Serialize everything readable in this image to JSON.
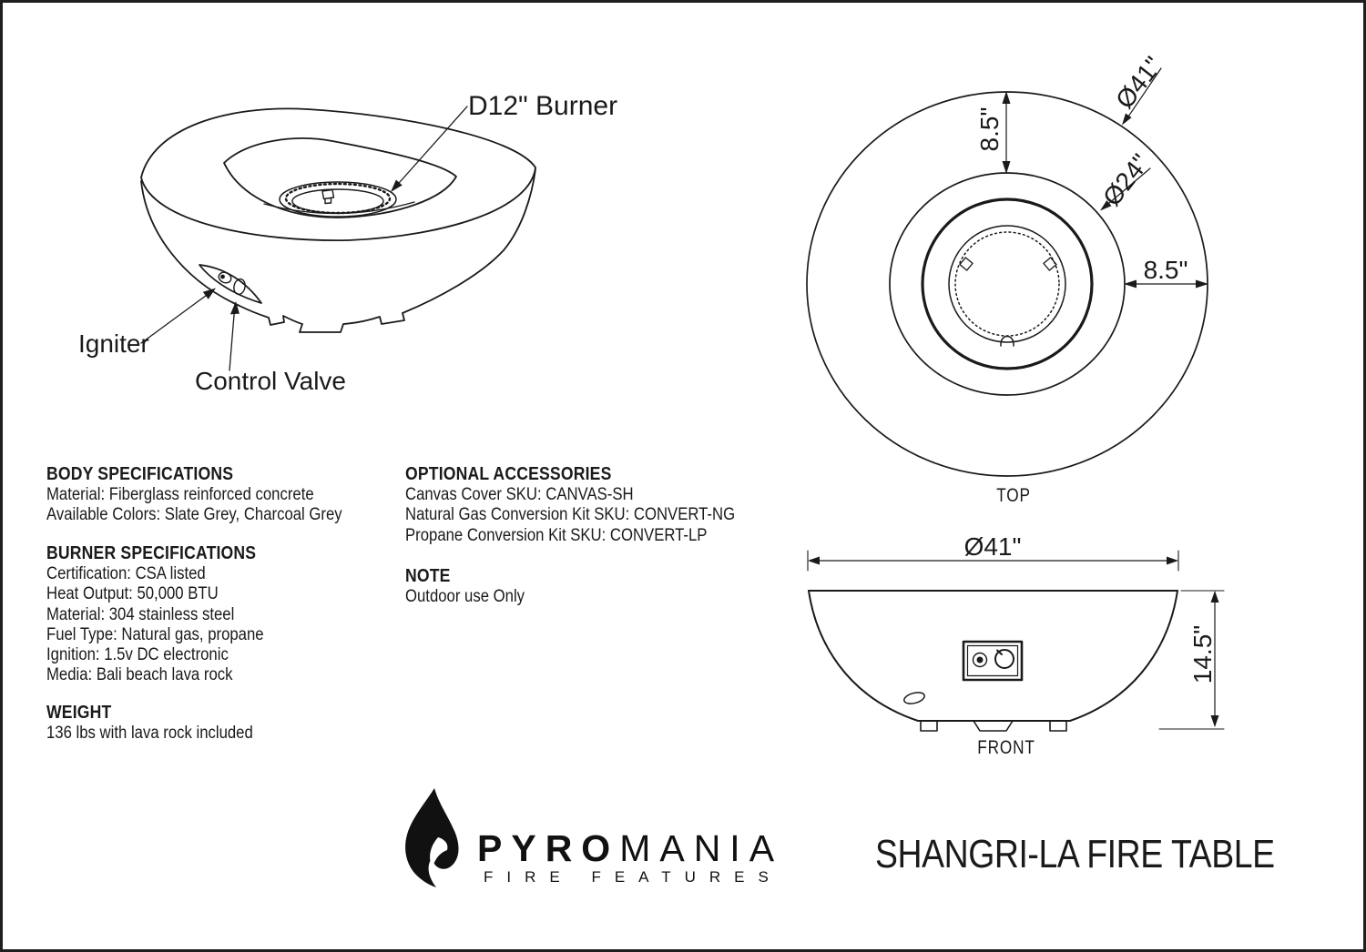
{
  "colors": {
    "ink": "#1a1a1a",
    "background": "#ffffff",
    "border": "#1f1f1f"
  },
  "perspective_view": {
    "burner_label": "D12\" Burner",
    "igniter_label": "Igniter",
    "control_valve_label": "Control Valve"
  },
  "top_view": {
    "caption": "TOP",
    "outer_diameter": "Ø41\"",
    "burner_opening_diameter": "Ø24\"",
    "rim_width_top": "8.5\"",
    "rim_width_right": "8.5\""
  },
  "front_view": {
    "caption": "FRONT",
    "width": "Ø41\"",
    "height": "14.5\""
  },
  "specs": {
    "body": {
      "heading": "BODY SPECIFICATIONS",
      "lines": [
        "Material: Fiberglass reinforced concrete",
        "Available Colors: Slate Grey, Charcoal Grey"
      ]
    },
    "burner": {
      "heading": "BURNER SPECIFICATIONS",
      "lines": [
        "Certification: CSA listed",
        "Heat Output: 50,000 BTU",
        "Material: 304 stainless steel",
        "Fuel Type: Natural gas, propane",
        "Ignition: 1.5v DC electronic",
        "Media: Bali beach lava rock"
      ]
    },
    "weight": {
      "heading": "WEIGHT",
      "lines": [
        "136 lbs with lava rock included"
      ]
    },
    "accessories": {
      "heading": "OPTIONAL ACCESSORIES",
      "lines": [
        "Canvas Cover SKU: CANVAS-SH",
        "Natural Gas Conversion Kit SKU: CONVERT-NG",
        "Propane Conversion Kit SKU: CONVERT-LP"
      ]
    },
    "note": {
      "heading": "NOTE",
      "lines": [
        "Outdoor use Only"
      ]
    }
  },
  "branding": {
    "word_bold": "PYRO",
    "word_light": "MANIA",
    "subtitle": "FIRE FEATURES",
    "flame_icon": "flame-icon"
  },
  "title": "SHANGRI-LA FIRE TABLE"
}
